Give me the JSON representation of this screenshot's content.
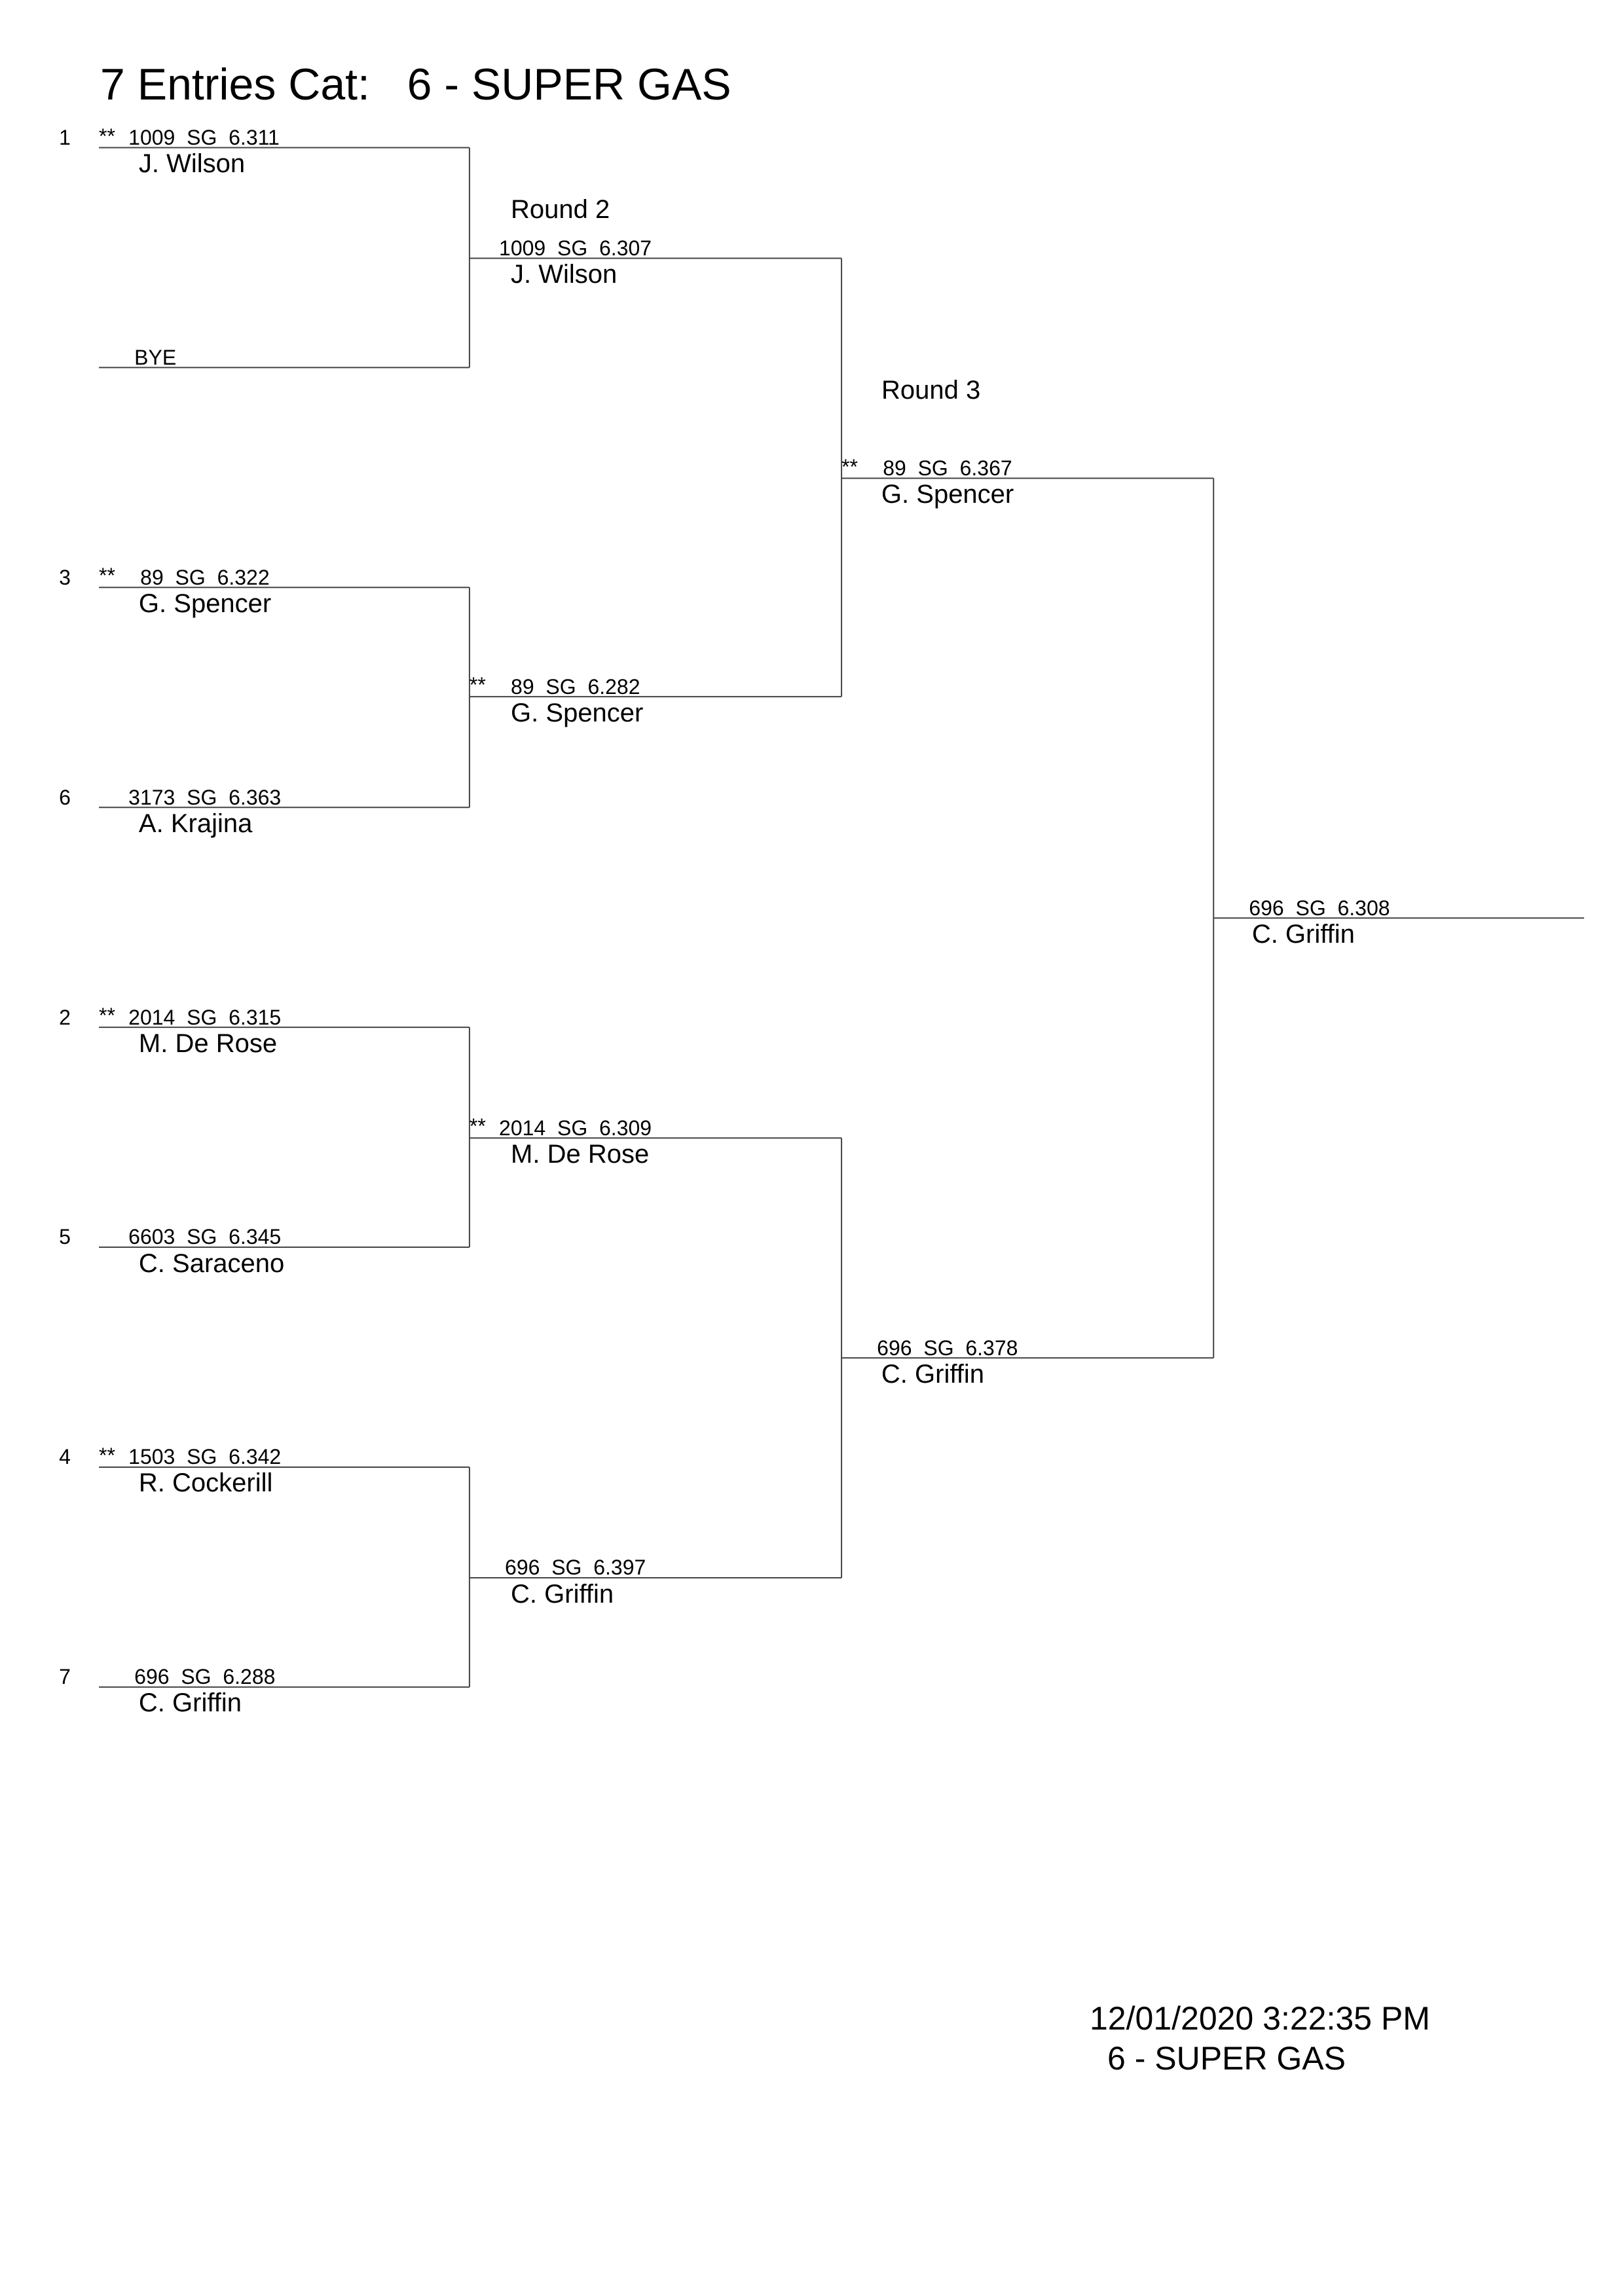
{
  "title": "7 Entries Cat:   6 - SUPER GAS",
  "rounds": {
    "r2_label": "Round 2",
    "r3_label": "Round 3"
  },
  "round1": [
    {
      "seed": "1",
      "mark": "**",
      "info": "1009  SG  6.311",
      "name": "J. Wilson"
    },
    {
      "seed": "",
      "mark": "",
      "info": "BYE",
      "name": ""
    },
    {
      "seed": "3",
      "mark": "**",
      "info": "89  SG  6.322",
      "name": "G. Spencer"
    },
    {
      "seed": "6",
      "mark": "",
      "info": "3173  SG  6.363",
      "name": "A. Krajina"
    },
    {
      "seed": "2",
      "mark": "**",
      "info": "2014  SG  6.315",
      "name": "M. De Rose"
    },
    {
      "seed": "5",
      "mark": "",
      "info": "6603  SG  6.345",
      "name": "C. Saraceno"
    },
    {
      "seed": "4",
      "mark": "**",
      "info": "1503  SG  6.342",
      "name": "R. Cockerill"
    },
    {
      "seed": "7",
      "mark": "",
      "info": "696  SG  6.288",
      "name": "C. Griffin"
    }
  ],
  "round2": [
    {
      "mark": "",
      "info": "1009  SG  6.307",
      "name": "J. Wilson"
    },
    {
      "mark": "**",
      "info": "89  SG  6.282",
      "name": "G. Spencer"
    },
    {
      "mark": "**",
      "info": "2014  SG  6.309",
      "name": "M. De Rose"
    },
    {
      "mark": "",
      "info": "696  SG  6.397",
      "name": "C. Griffin"
    }
  ],
  "round3": [
    {
      "mark": "**",
      "info": "89  SG  6.367",
      "name": "G. Spencer"
    },
    {
      "mark": "",
      "info": "696  SG  6.378",
      "name": "C. Griffin"
    }
  ],
  "final": [
    {
      "mark": "",
      "info": "696  SG  6.308",
      "name": "C. Griffin"
    }
  ],
  "footer": {
    "timestamp": "12/01/2020 3:22:35 PM",
    "category": "6 - SUPER GAS"
  }
}
